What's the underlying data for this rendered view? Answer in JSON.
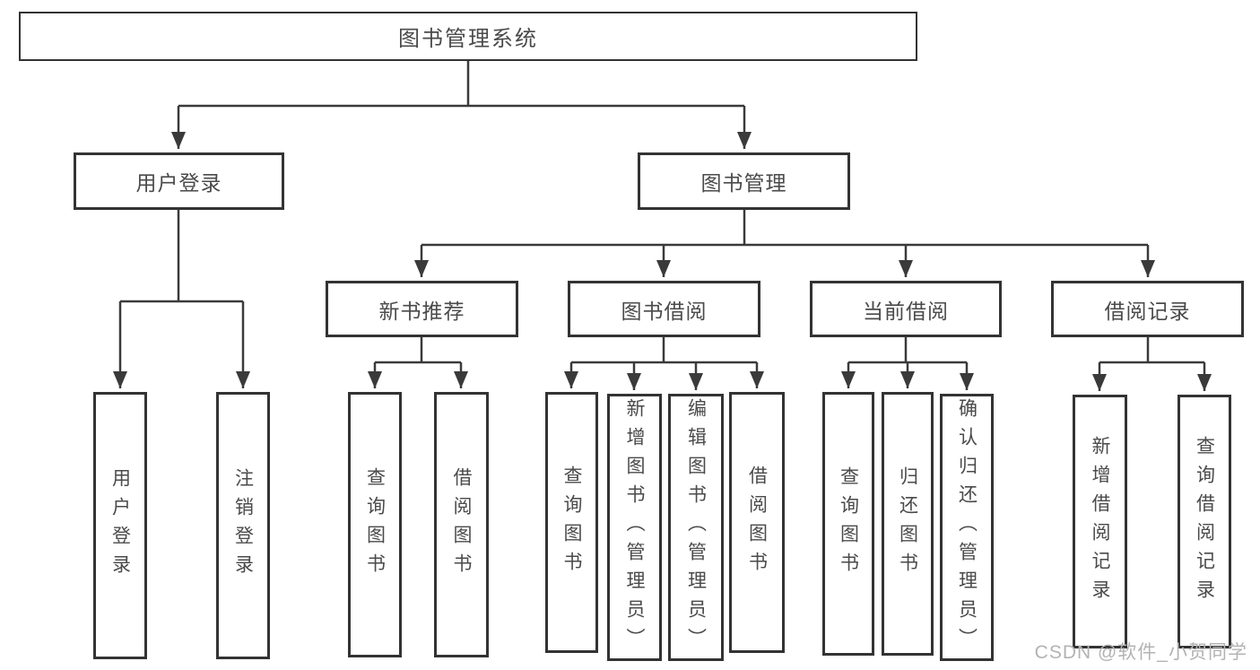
{
  "colors": {
    "line": "#3a3a3a",
    "box_border": "#333333",
    "text": "#4a4a4a",
    "watermark": "#b3b3b3",
    "background": "#ffffff"
  },
  "watermark": {
    "text": "CSDN @软件_小贺同学"
  },
  "tree": {
    "label": "图书管理系统",
    "children": [
      {
        "label": "用户登录",
        "children": [
          {
            "label": "用户登录"
          },
          {
            "label": "注销登录"
          }
        ]
      },
      {
        "label": "图书管理",
        "children": [
          {
            "label": "新书推荐",
            "children": [
              {
                "label": "查询图书"
              },
              {
                "label": "借阅图书"
              }
            ]
          },
          {
            "label": "图书借阅",
            "children": [
              {
                "label": "查询图书"
              },
              {
                "label": "新增图书（管理员）"
              },
              {
                "label": "编辑图书（管理员）"
              },
              {
                "label": "借阅图书"
              }
            ]
          },
          {
            "label": "当前借阅",
            "children": [
              {
                "label": "查询图书"
              },
              {
                "label": "归还图书"
              },
              {
                "label": "确认归还（管理员）"
              }
            ]
          },
          {
            "label": "借阅记录",
            "children": [
              {
                "label": "新增借阅记录"
              },
              {
                "label": "查询借阅记录"
              }
            ]
          }
        ]
      }
    ]
  }
}
